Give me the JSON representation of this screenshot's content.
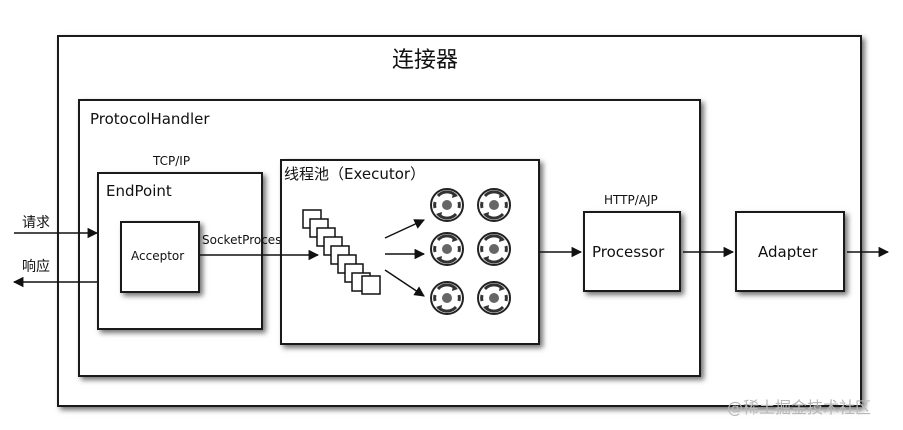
{
  "title": "连接器",
  "protocol_handler": "ProtocolHandler",
  "tcp_ip": "TCP/IP",
  "endpoint": "EndPoint",
  "acceptor": "Acceptor",
  "socket_processor": "SocketProcessor",
  "executor": "线程池（Executor）",
  "http_ajp": "HTTP/AJP",
  "processor": "Processor",
  "adapter": "Adapter",
  "request": "请求",
  "response": "响应",
  "watermark": "@稀土掘金技术社区"
}
